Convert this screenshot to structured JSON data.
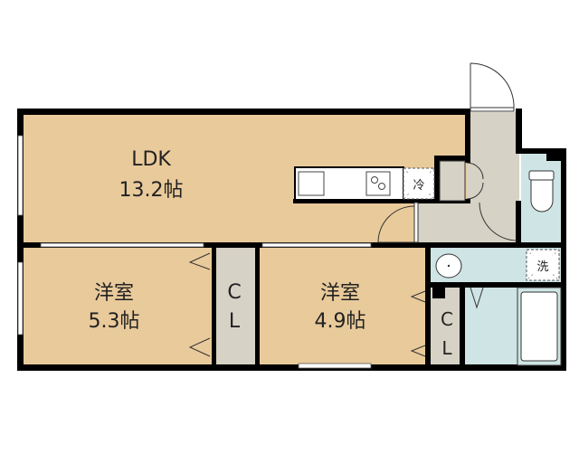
{
  "rooms": {
    "ldk": {
      "name": "LDK",
      "size": "13.2帖"
    },
    "western1": {
      "name": "洋室",
      "size": "5.3帖"
    },
    "western2": {
      "name": "洋室",
      "size": "4.9帖"
    },
    "closet1": {
      "c": "C",
      "l": "L"
    },
    "closet2": {
      "c": "C",
      "l": "L"
    }
  },
  "fixtures": {
    "fridge": "冷",
    "washer": "洗"
  },
  "colors": {
    "living": "#e9ca9b",
    "utility": "#d6d2c5",
    "wet": "#cfe4e4",
    "wall": "#000000"
  }
}
